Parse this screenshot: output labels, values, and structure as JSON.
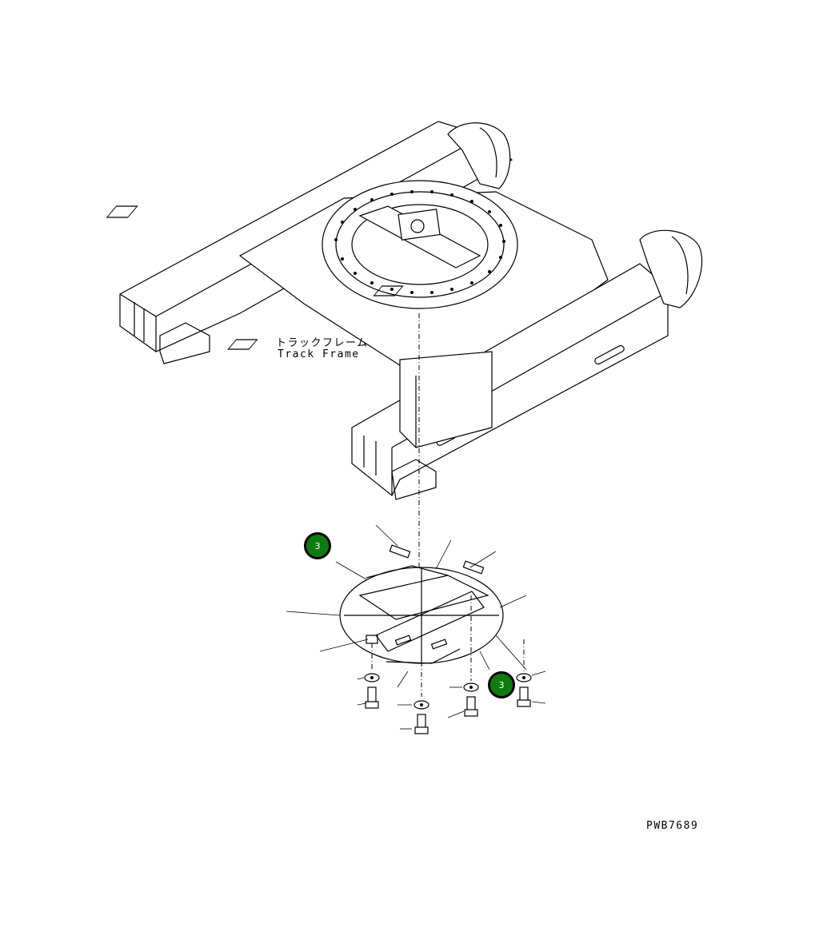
{
  "labels": {
    "track_frame_jp": "トラックフレーム",
    "track_frame_en": "Track Frame",
    "drawing_code": "PWB7689"
  },
  "callouts": [
    {
      "number": "3"
    },
    {
      "number": "3"
    }
  ],
  "colors": {
    "callout_fill": "#0f7a0f",
    "line": "#000000",
    "background": "#ffffff"
  }
}
